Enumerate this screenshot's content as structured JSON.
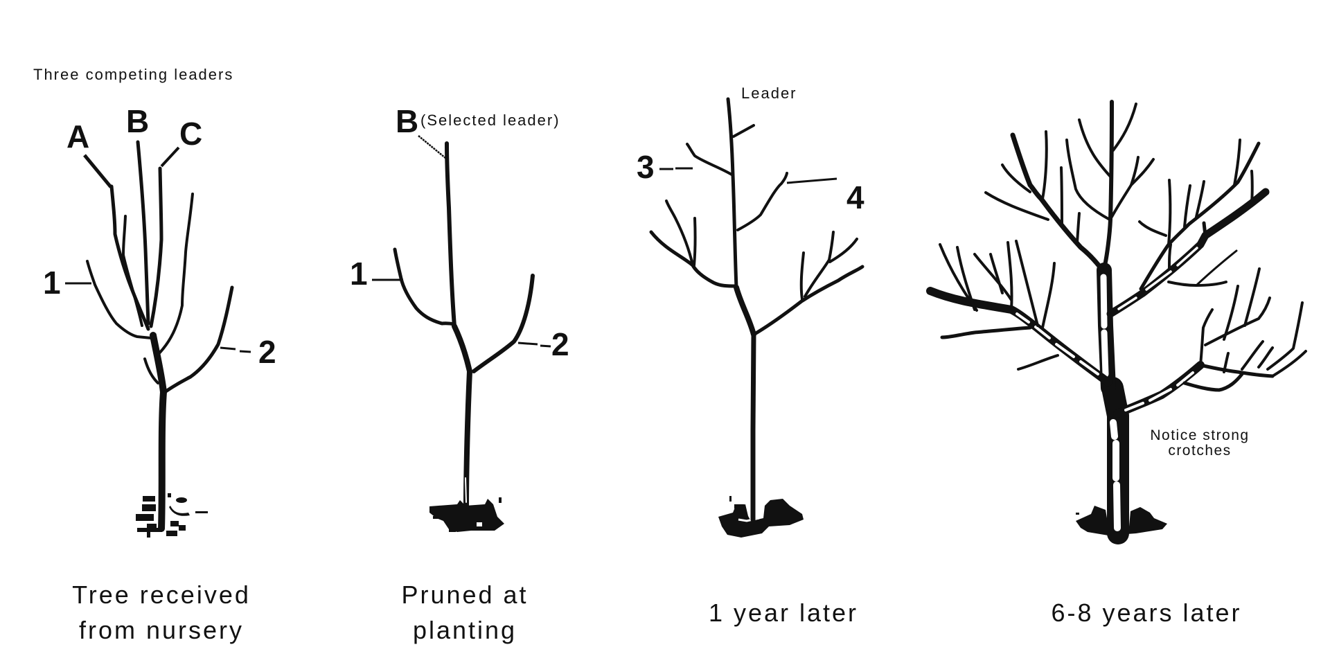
{
  "figure": {
    "panels": [
      {
        "id": "nursery",
        "annotation": "Three competing leaders",
        "leader_labels": [
          "A",
          "B",
          "C"
        ],
        "branch_labels": [
          "1",
          "2"
        ],
        "caption_lines": [
          "Tree received",
          "from nursery"
        ]
      },
      {
        "id": "planting",
        "leader_label": "B",
        "leader_note": "(Selected leader)",
        "branch_labels": [
          "1",
          "2"
        ],
        "caption_lines": [
          "Pruned at",
          "planting"
        ]
      },
      {
        "id": "one-year",
        "leader_note": "Leader",
        "branch_labels": [
          "3",
          "4"
        ],
        "caption_lines": [
          "1 year later"
        ]
      },
      {
        "id": "mature",
        "note_lines": [
          "Notice strong",
          "crotches"
        ],
        "caption_lines": [
          "6-8 years later"
        ]
      }
    ],
    "colors": {
      "ink": "#111111",
      "background": "#ffffff"
    }
  }
}
